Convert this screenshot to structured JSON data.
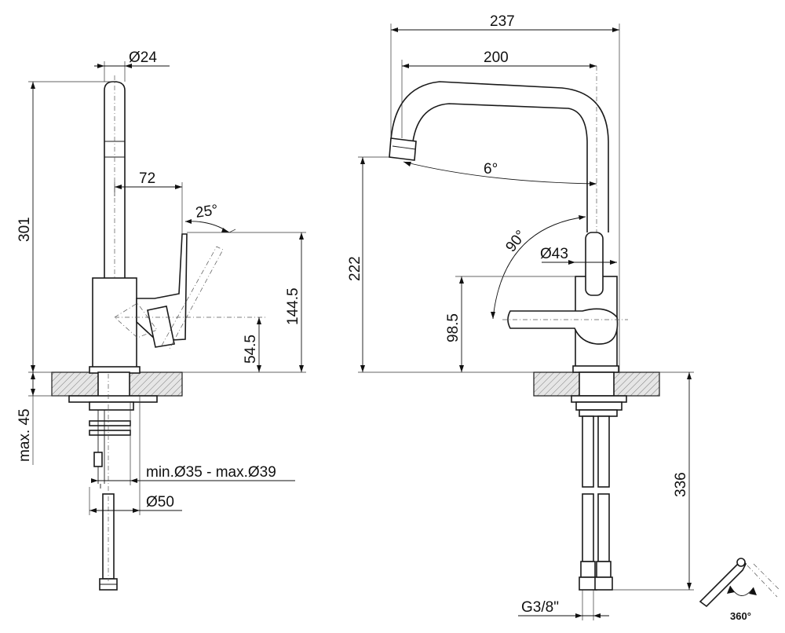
{
  "side_view": {
    "spout_diameter": "Ø24",
    "height_total": "301",
    "lever_reach": "72",
    "lever_angle": "25°",
    "lever_height": "144.5",
    "lever_pivot_height": "54.5",
    "max_deck_thickness": "max. 45",
    "hole_diameter_range": "min.Ø35 - max.Ø39",
    "base_diameter": "Ø50"
  },
  "front_view": {
    "total_width": "237",
    "spout_reach": "200",
    "spout_tilt": "6°",
    "lever_rotation": "90°",
    "body_diameter": "Ø43",
    "outlet_height": "222",
    "lever_axis_height": "98.5",
    "hose_length": "336",
    "connection_thread": "G3/8\""
  },
  "rotation_icon": {
    "label": "360°",
    "icon": "swivel-rotation-icon"
  }
}
